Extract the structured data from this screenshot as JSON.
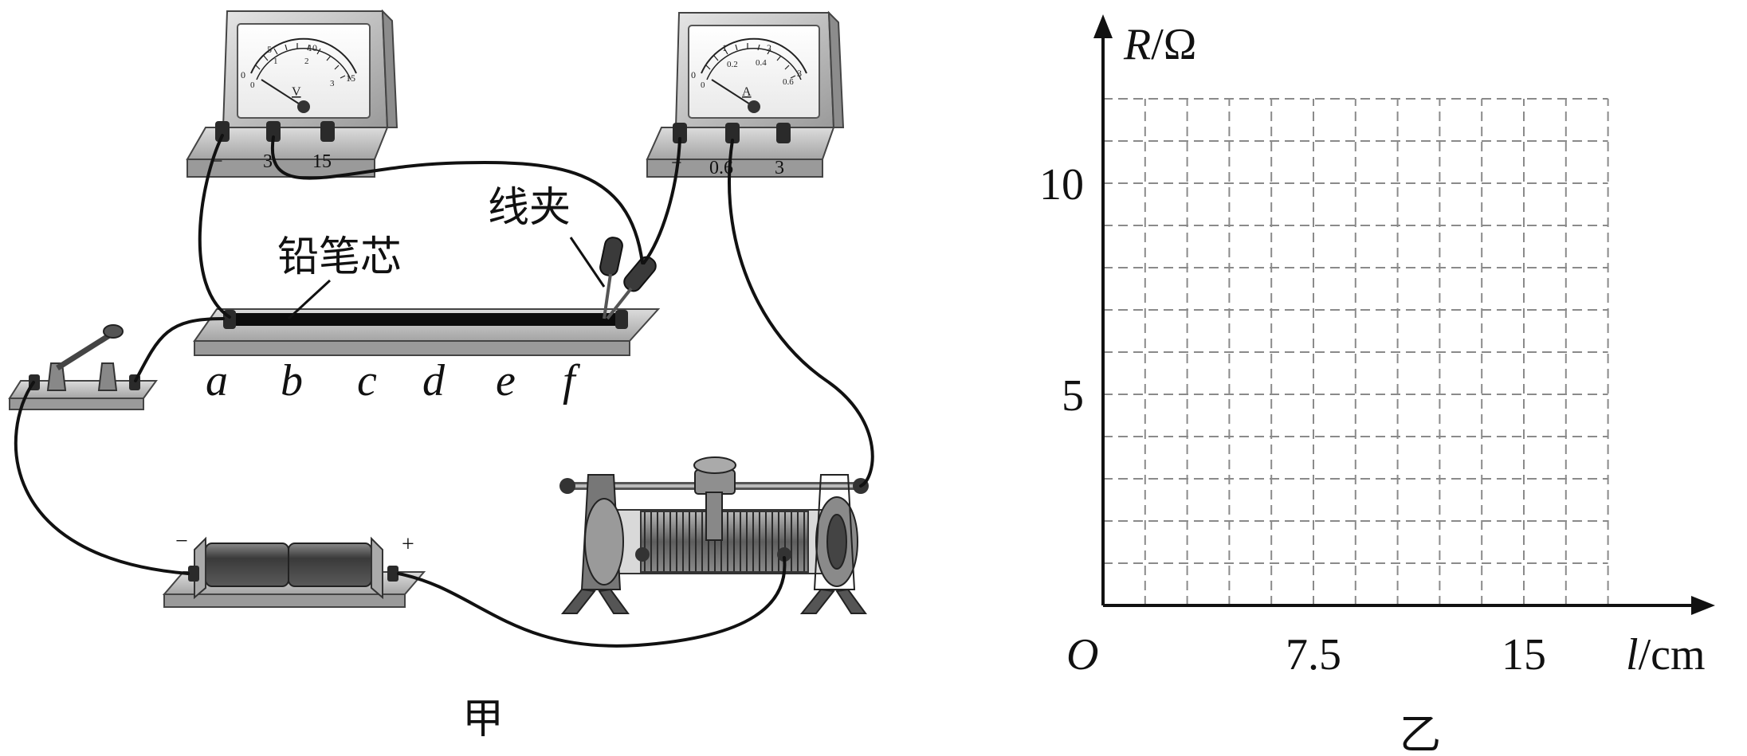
{
  "figure_a": {
    "caption": "甲",
    "voltmeter": {
      "unit": "V",
      "scale_top": [
        "0",
        "5",
        "10",
        "15"
      ],
      "scale_bottom": [
        "0",
        "1",
        "2",
        "3"
      ],
      "terminals": [
        "−",
        "3",
        "15"
      ]
    },
    "ammeter": {
      "unit": "A",
      "scale_top": [
        "0",
        "1",
        "2",
        "3"
      ],
      "scale_bottom": [
        "0",
        "0.2",
        "0.4",
        "0.6"
      ],
      "terminals": [
        "−",
        "0.6",
        "3"
      ]
    },
    "pencil_label": "铅笔芯",
    "clip_label": "线夹",
    "points": [
      "a",
      "b",
      "c",
      "d",
      "e",
      "f"
    ],
    "battery": {
      "minus": "−",
      "plus": "+"
    }
  },
  "figure_b": {
    "caption": "乙",
    "chart_data": {
      "type": "scatter",
      "title": "",
      "ylabel": "R/Ω",
      "xlabel": "l/cm",
      "origin_label": "O",
      "x_ticks": [
        "7.5",
        "15"
      ],
      "y_ticks": [
        "5",
        "10"
      ],
      "xlim": [
        0,
        18
      ],
      "ylim": [
        0,
        12
      ],
      "x_grid_step": 1.5,
      "y_grid_step": 1,
      "grid": true,
      "series": []
    }
  }
}
